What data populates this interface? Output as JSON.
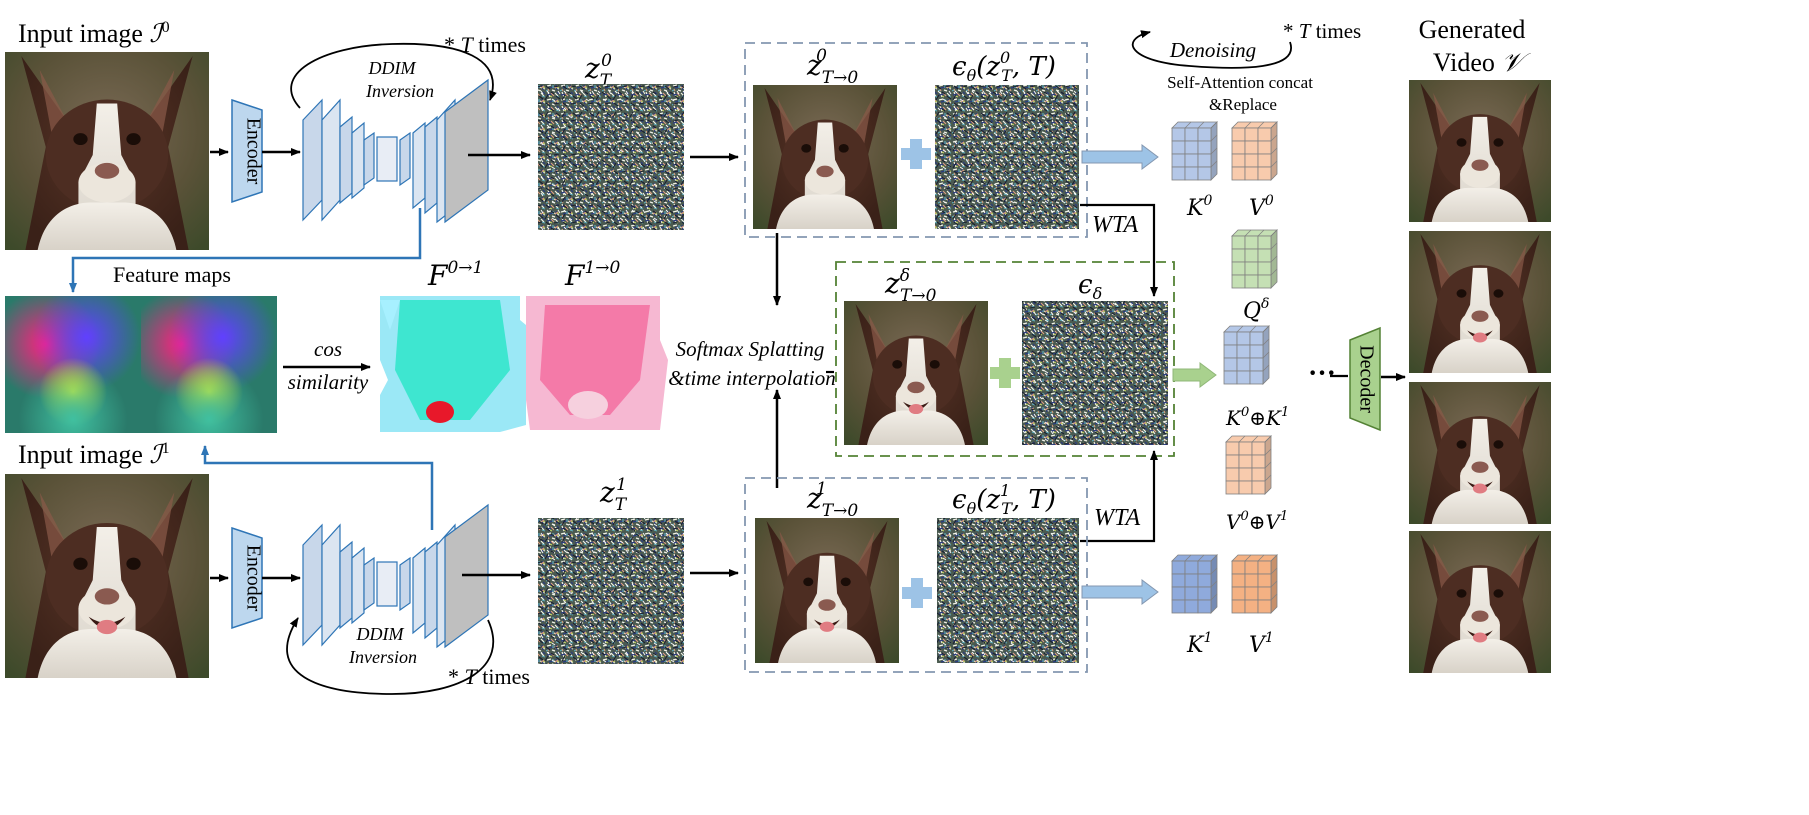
{
  "top_row": {
    "input_label": "Input image",
    "input_symbol": "ℐ",
    "input_sup": "0",
    "encoder": "Encoder",
    "ddim_line1": "DDIM",
    "ddim_line2": "Inversion",
    "loop_star": "*",
    "loop_T": "T",
    "loop_times": "times",
    "latent_base": "z",
    "latent_sub": "T",
    "latent_sup": "0",
    "zt0_base": "z",
    "zt0_sub": "T→0",
    "zt0_sup": "0",
    "eps_text": "ϵ",
    "eps_sub": "θ",
    "eps_args_open": "(z",
    "eps_args_sup": "0",
    "eps_args_sub": "T",
    "eps_args_close": ", T)",
    "wta": "WTA"
  },
  "bottom_row": {
    "input_label": "Input image",
    "input_symbol": "ℐ",
    "input_sup": "1",
    "encoder": "Encoder",
    "ddim_line1": "DDIM",
    "ddim_line2": "Inversion",
    "loop_star": "*",
    "loop_T": "T",
    "loop_times": "times",
    "latent_base": "z",
    "latent_sub": "T",
    "latent_sup": "1",
    "zt1_base": "z",
    "zt1_sub": "T→0",
    "zt1_sup": "1",
    "eps_text": "ϵ",
    "eps_sub": "θ",
    "eps_args_open": "(z",
    "eps_args_sup": "1",
    "eps_args_sub": "T",
    "eps_args_close": ", T)",
    "wta": "WTA"
  },
  "middle_row": {
    "feature_maps": "Feature maps",
    "cos1": "cos",
    "cos2": "similarity",
    "f01_base": "F",
    "f01_sup": "0→1",
    "f10_base": "F",
    "f10_sup": "1→0",
    "splat1": "Softmax Splatting",
    "splat2": "&time interpolation",
    "zd_base": "z",
    "zd_sup": "δ",
    "zd_sub": "T→0",
    "epsd_text": "ϵ",
    "epsd_sub": "δ"
  },
  "attention": {
    "denoising": "Denoising",
    "loop_star": "*",
    "loop_T": "T",
    "loop_times": "times",
    "title1": "Self-Attention concat",
    "title2": "&Replace",
    "k0": "K",
    "k0_sup": "0",
    "v0": "V",
    "v0_sup": "0",
    "qd": "Q",
    "qd_sup": "δ",
    "kc_a": "K",
    "kc_a_sup": "0",
    "kc_op": "⊕",
    "kc_b": "K",
    "kc_b_sup": "1",
    "vc_a": "V",
    "vc_a_sup": "0",
    "vc_op": "⊕",
    "vc_b": "V",
    "vc_b_sup": "1",
    "k1": "K",
    "k1_sup": "1",
    "v1": "V",
    "v1_sup": "1",
    "ellipsis": "···"
  },
  "output": {
    "decoder": "Decoder",
    "title1": "Generated",
    "title2": "Video",
    "title_symbol": "𝒱"
  },
  "colors": {
    "encoder_fill": "#bdd7ee",
    "encoder_stroke": "#2e75b6",
    "decoder_fill": "#a9d18e",
    "decoder_stroke": "#548235",
    "blue_arrow": "#2e75b6",
    "dashed_blue": "#8497b0",
    "dashed_green": "#548235",
    "cube_blue": "#b4c7e7",
    "cube_peach": "#f8cbad",
    "cube_green": "#c5e0b4",
    "cube_blue_dark": "#8faadc",
    "cube_orange": "#f4b183",
    "plus_blue": "#9dc3e6",
    "plus_green": "#a9d18e"
  }
}
